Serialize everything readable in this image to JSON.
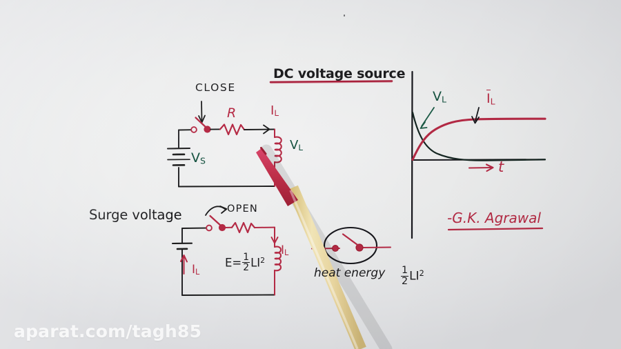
{
  "board": {
    "background_color": "#ecedee",
    "watermark": "aparat.com/tagh85"
  },
  "colors": {
    "ink_red": "#b52a44",
    "ink_black": "#1b1b1d",
    "ink_green": "#14513f",
    "pen_tip": "#c0304a",
    "pen_body": "#ebd9a0",
    "title_text": "#1d1d1f"
  },
  "header": {
    "title": "DC voltage source",
    "title_underline_color": "#b52a44"
  },
  "top_circuit": {
    "name": "RL circuit with closing switch",
    "switch_label": "CLOSE",
    "resistor_label": "R",
    "current_label": "I",
    "current_label_sub": "L",
    "inductor_voltage_label": "V",
    "inductor_voltage_sub": "L",
    "source_label": "V",
    "source_label_sub": "S"
  },
  "bottom_circuit": {
    "name": "Surge voltage on switch opening",
    "heading": "Surge voltage",
    "switch_label": "OPEN",
    "current_label": "I",
    "current_label_sub": "L",
    "inductor_current_label": "I",
    "inductor_current_sub": "L",
    "energy_formula": {
      "lead": "E=",
      "num": "1",
      "den": "2",
      "tail": "LI",
      "power": "2"
    },
    "arc_caption": "heat energy",
    "arc_energy": {
      "num": "1",
      "den": "2",
      "tail": "LI",
      "power": "2"
    }
  },
  "signature": {
    "text": "-G.K. Agrawal",
    "underline_color": "#b52a44"
  },
  "chart_data": {
    "type": "line",
    "title": "",
    "xlabel": "t",
    "ylabel": "",
    "grid": false,
    "legend": "inline-annotations",
    "axis": {
      "origin_x": 597,
      "origin_y": 232,
      "x_end": 790,
      "y_top": 104,
      "y_bottom": 345
    },
    "series": [
      {
        "name": "V_L",
        "label": "V",
        "label_sub": "L",
        "color": "#1b2b26",
        "shape": "exponential-decay",
        "start_value": 1.0,
        "end_value": 0.02,
        "description": "inductor voltage decays exponentially from maximum to zero"
      },
      {
        "name": "I_L",
        "label": "I",
        "label_sub": "L",
        "color": "#b52a44",
        "shape": "exponential-rise",
        "start_value": 0.0,
        "end_value": 0.72,
        "description": "inductor current rises exponentially from zero to steady state"
      }
    ],
    "annotations": [
      {
        "text": "V_L",
        "target_series": "V_L",
        "arrow": true,
        "color": "#14513f"
      },
      {
        "text": "I_L",
        "target_series": "I_L",
        "arrow": true,
        "color": "#b52a44"
      },
      {
        "text": "t",
        "axis": "x",
        "arrow": true,
        "color": "#b52a44"
      }
    ]
  },
  "pen": {
    "name": "red-marker-pen",
    "tip_color": "#c0304a",
    "body_color": "#ebd9a0",
    "tip_x": 378,
    "tip_y": 214
  }
}
